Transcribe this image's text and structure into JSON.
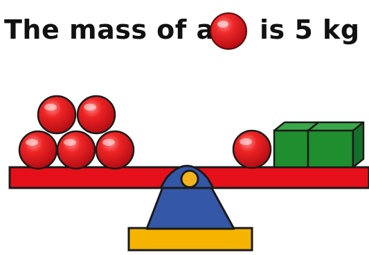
{
  "title": {
    "before_ball": "The mass of a",
    "after_ball": "is 5 kg",
    "ball_icon": "red-ball-icon"
  },
  "scene": {
    "left_pan_ball_count": 5,
    "right_pan_ball_count": 1,
    "right_pan_cube_count": 2,
    "colors": {
      "ball": "#e3131b",
      "beam": "#e5101a",
      "cube": "#1e8e2e",
      "stand": "#3557a8",
      "base": "#f4b400",
      "pivot": "#f2b21b"
    }
  }
}
